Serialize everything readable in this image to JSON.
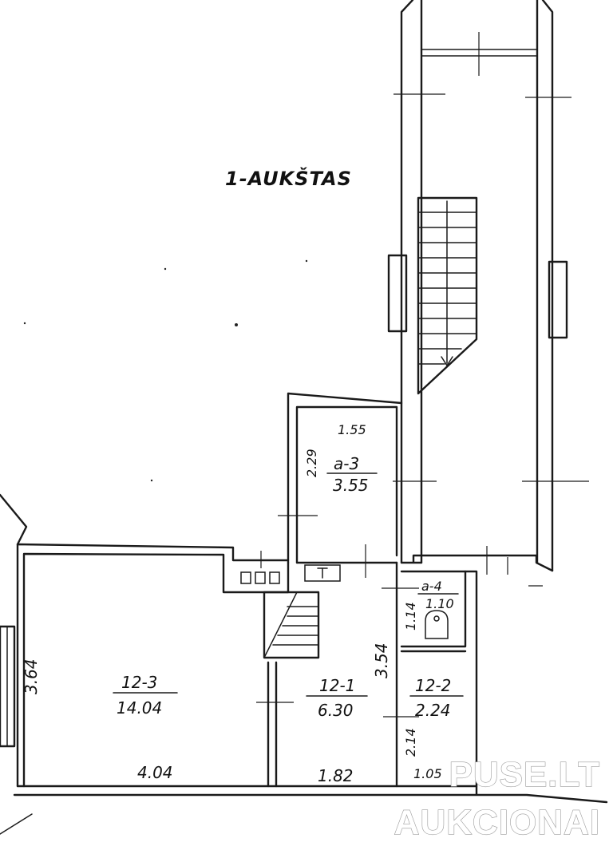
{
  "floor": {
    "title": "1-AUKŠTAS"
  },
  "rooms": {
    "a3": {
      "code": "a-3",
      "area": "3.55",
      "width": "1.55",
      "height": "2.29"
    },
    "a4": {
      "code": "a-4",
      "area": "1.10",
      "height": "1.14"
    },
    "r123": {
      "code": "12-3",
      "area": "14.04",
      "width": "4.04",
      "height": "3.64"
    },
    "r121": {
      "code": "12-1",
      "area": "6.30",
      "width": "1.82",
      "height": "3.54"
    },
    "r122": {
      "code": "12-2",
      "area": "2.24",
      "width": "1.05",
      "height": "2.14"
    }
  },
  "watermark": {
    "line1": "PUSE.LT",
    "line2": "AUKCIONAI"
  },
  "colors": {
    "ink": "#1a1a1a",
    "paper": "#ffffff",
    "watermark_fill": "#ffffff",
    "watermark_stroke": "#9a9a9a"
  }
}
